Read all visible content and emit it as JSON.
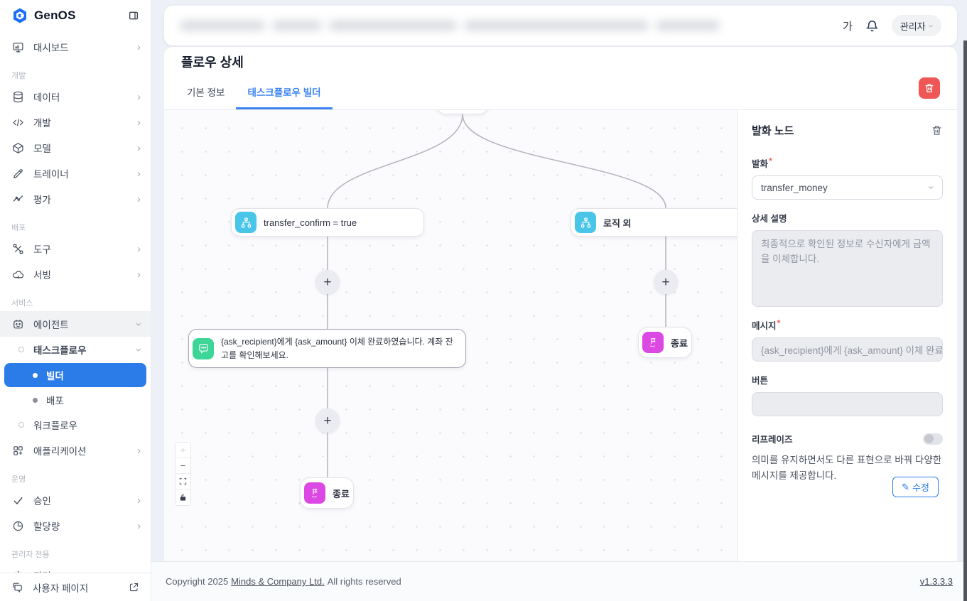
{
  "colors": {
    "accent": "#2b7ce9",
    "tab_active": "#3b82f6",
    "danger": "#ef5656",
    "node_condition_icon": "#49c5e8",
    "node_message_icon": "#3ed598",
    "node_end_icon": "#dc48e4"
  },
  "icons": {
    "chevron": "›",
    "plus": "+",
    "minus": "−",
    "edit_pencil": "✎"
  },
  "sidebar": {
    "logo": "GenOS",
    "groups": [
      {
        "label": "",
        "items": [
          {
            "label": "대시보드"
          }
        ]
      },
      {
        "label": "개발",
        "items": [
          {
            "label": "데이터"
          },
          {
            "label": "개발"
          },
          {
            "label": "모델"
          },
          {
            "label": "트레이너"
          },
          {
            "label": "평가"
          }
        ]
      },
      {
        "label": "배포",
        "items": [
          {
            "label": "도구"
          },
          {
            "label": "서빙"
          }
        ]
      },
      {
        "label": "서비스",
        "items": [
          {
            "label": "에이전트"
          },
          {
            "label": "태스크플로우"
          },
          {
            "label": "빌더"
          },
          {
            "label": "배포"
          },
          {
            "label": "워크플로우"
          },
          {
            "label": "애플리케이션"
          }
        ]
      },
      {
        "label": "운영",
        "items": [
          {
            "label": "승인"
          },
          {
            "label": "할당량"
          }
        ]
      },
      {
        "label": "관리자 전용",
        "items": [
          {
            "label": "관리"
          }
        ]
      }
    ],
    "footer_item": "사용자 페이지"
  },
  "topbar": {
    "language_button": "가",
    "profile_label": "관리자"
  },
  "page": {
    "title": "플로우 상세",
    "tabs": [
      {
        "label": "기본 정보"
      },
      {
        "label": "태스크플로우 빌더"
      }
    ]
  },
  "canvas": {
    "nodes": {
      "condition_left": "transfer_confirm = true",
      "condition_right": "로직 외",
      "message": "{ask_recipient}에게 {ask_amount} 이체 완료하였습니다. 계좌 잔고를 확인해보세요.",
      "end_left": "종료",
      "end_right": "종료"
    }
  },
  "panel": {
    "title": "발화 노드",
    "required_mark": "*",
    "fields": {
      "utterance_label": "발화",
      "utterance_value": "transfer_money",
      "description_label": "상세 설명",
      "description_value": "최종적으로 확인된 정보로 수신자에게 금액을 이체합니다.",
      "message_label": "메시지",
      "message_value": "{ask_recipient}에게 {ask_amount} 이체 완료하",
      "button_label": "버튼",
      "rephrase_label": "리프레이즈",
      "rephrase_help": "의미를 유지하면서도 다른 표현으로 바꿔 다양한 메시지를 제공합니다.",
      "edit_button": "수정"
    }
  },
  "footer": {
    "copyright_prefix": "Copyright 2025",
    "company": "Minds & Company Ltd.",
    "copyright_suffix": "All rights reserved",
    "version": "v1.3.3.3"
  }
}
